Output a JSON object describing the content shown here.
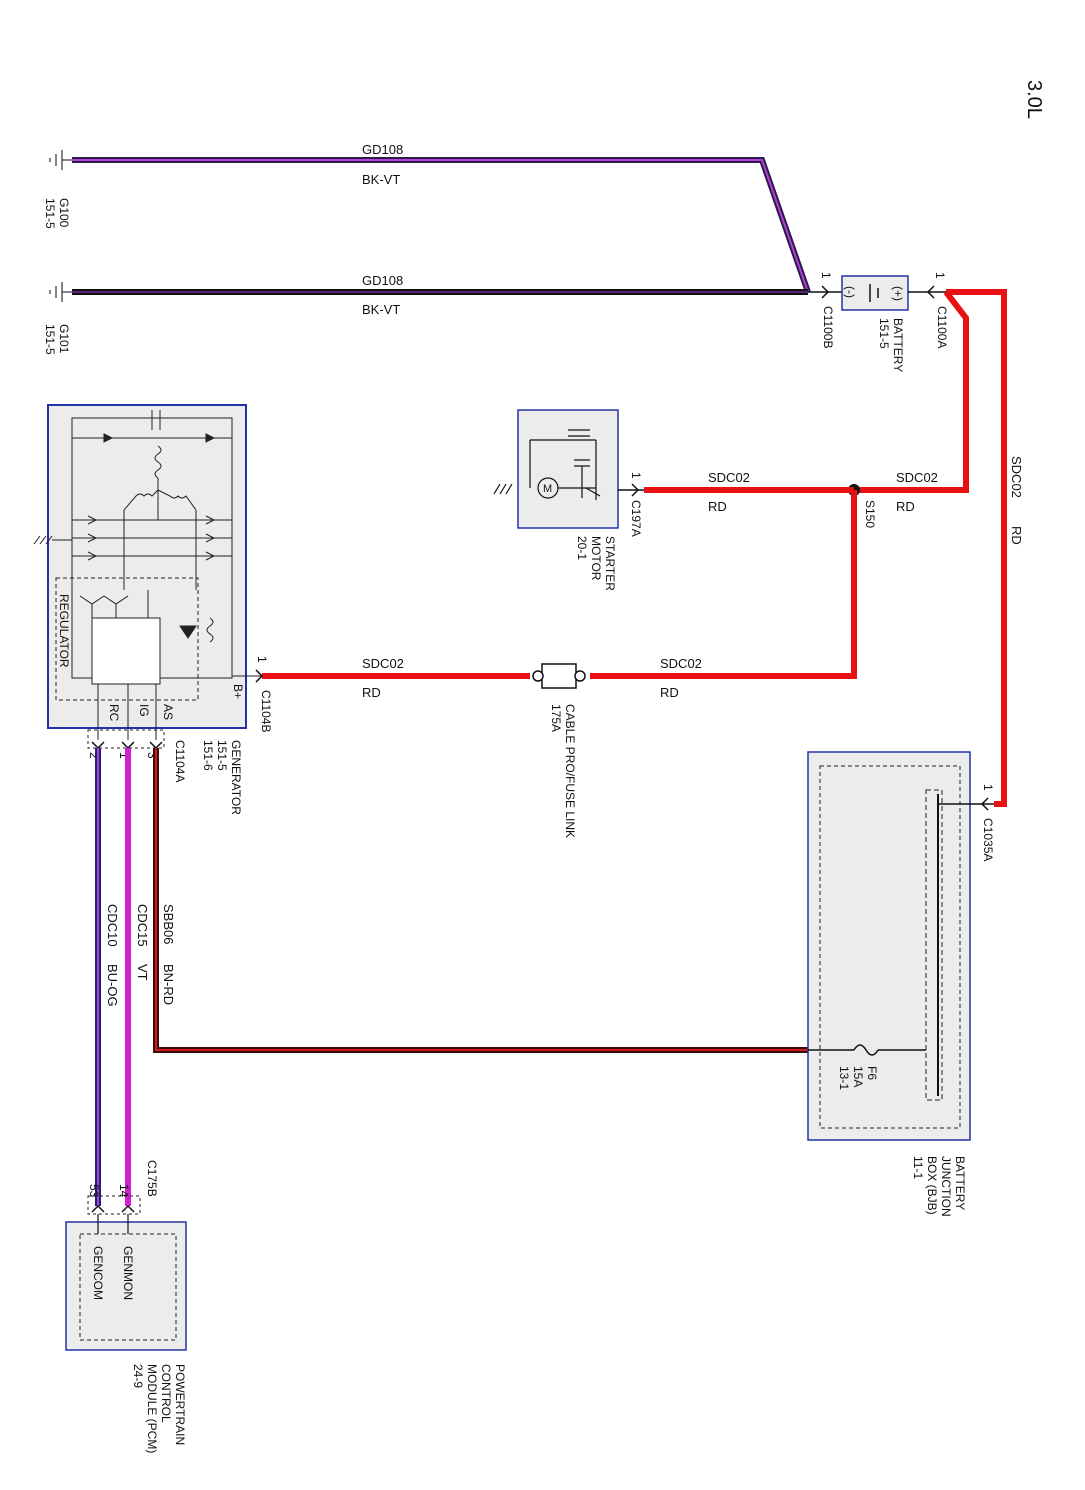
{
  "engine": "3.0L",
  "grounds": [
    {
      "id": "G100",
      "ref": "151-5"
    },
    {
      "id": "G101",
      "ref": "151-5"
    }
  ],
  "wires": {
    "gd108_top": {
      "circuit": "GD108",
      "color": "BK-VT"
    },
    "gd108_bottom": {
      "circuit": "GD108",
      "color": "BK-VT"
    },
    "sdc02_vertical": {
      "circuit": "SDC02",
      "color": "RD"
    },
    "sdc02_starter": {
      "circuit": "SDC02",
      "color": "RD"
    },
    "sdc02_splice": {
      "circuit": "SDC02",
      "color": "RD"
    },
    "sdc02_gen": {
      "circuit": "SDC02",
      "color": "RD"
    },
    "sdc02_fuse": {
      "circuit": "SDC02",
      "color": "RD"
    },
    "sbb06": {
      "circuit": "SBB06",
      "color": "BN-RD"
    },
    "cdc15": {
      "circuit": "CDC15",
      "color": "VT"
    },
    "cdc10": {
      "circuit": "CDC10",
      "color": "BU-OG"
    }
  },
  "battery": {
    "name": "BATTERY",
    "ref": "151-5",
    "neg": "(-)",
    "pos": "(+)"
  },
  "connectors": {
    "c1100b": {
      "id": "C1100B",
      "pin": "1"
    },
    "c1100a": {
      "id": "C1100A",
      "pin": "1"
    },
    "c197a": {
      "id": "C197A",
      "pin": "1"
    },
    "c1104b": {
      "id": "C1104B",
      "pin": "1"
    },
    "c1104a": {
      "id": "C1104A",
      "pins": [
        "2",
        "1",
        "3"
      ]
    },
    "c1035a": {
      "id": "C1035A",
      "pin": "1"
    },
    "c175b": {
      "id": "C175B",
      "pins": [
        "53",
        "14"
      ]
    }
  },
  "splice": {
    "id": "S150"
  },
  "starter": {
    "line1": "STARTER",
    "line2": "MOTOR",
    "line3": "20-1"
  },
  "generator": {
    "name": "GENERATOR",
    "refs": [
      "151-5",
      "151-6"
    ],
    "regulator": "REGULATOR",
    "bplus": "B+",
    "terms": [
      "RC",
      "IG",
      "AS"
    ]
  },
  "fuse_link": {
    "line1": "CABLE PRO/FUSE LINK",
    "line2": "175A"
  },
  "bjb": {
    "line1": "BATTERY",
    "line2": "JUNCTION",
    "line3": "BOX (BJB)",
    "line4": "11-1",
    "fuse_id": "F6",
    "fuse_amp": "15A",
    "fuse_ref": "13-1"
  },
  "pcm": {
    "line1": "POWERTRAIN",
    "line2": "CONTROL",
    "line3": "MODULE (PCM)",
    "line4": "24-9",
    "genmon": "GENMON",
    "gencom": "GENCOM"
  }
}
